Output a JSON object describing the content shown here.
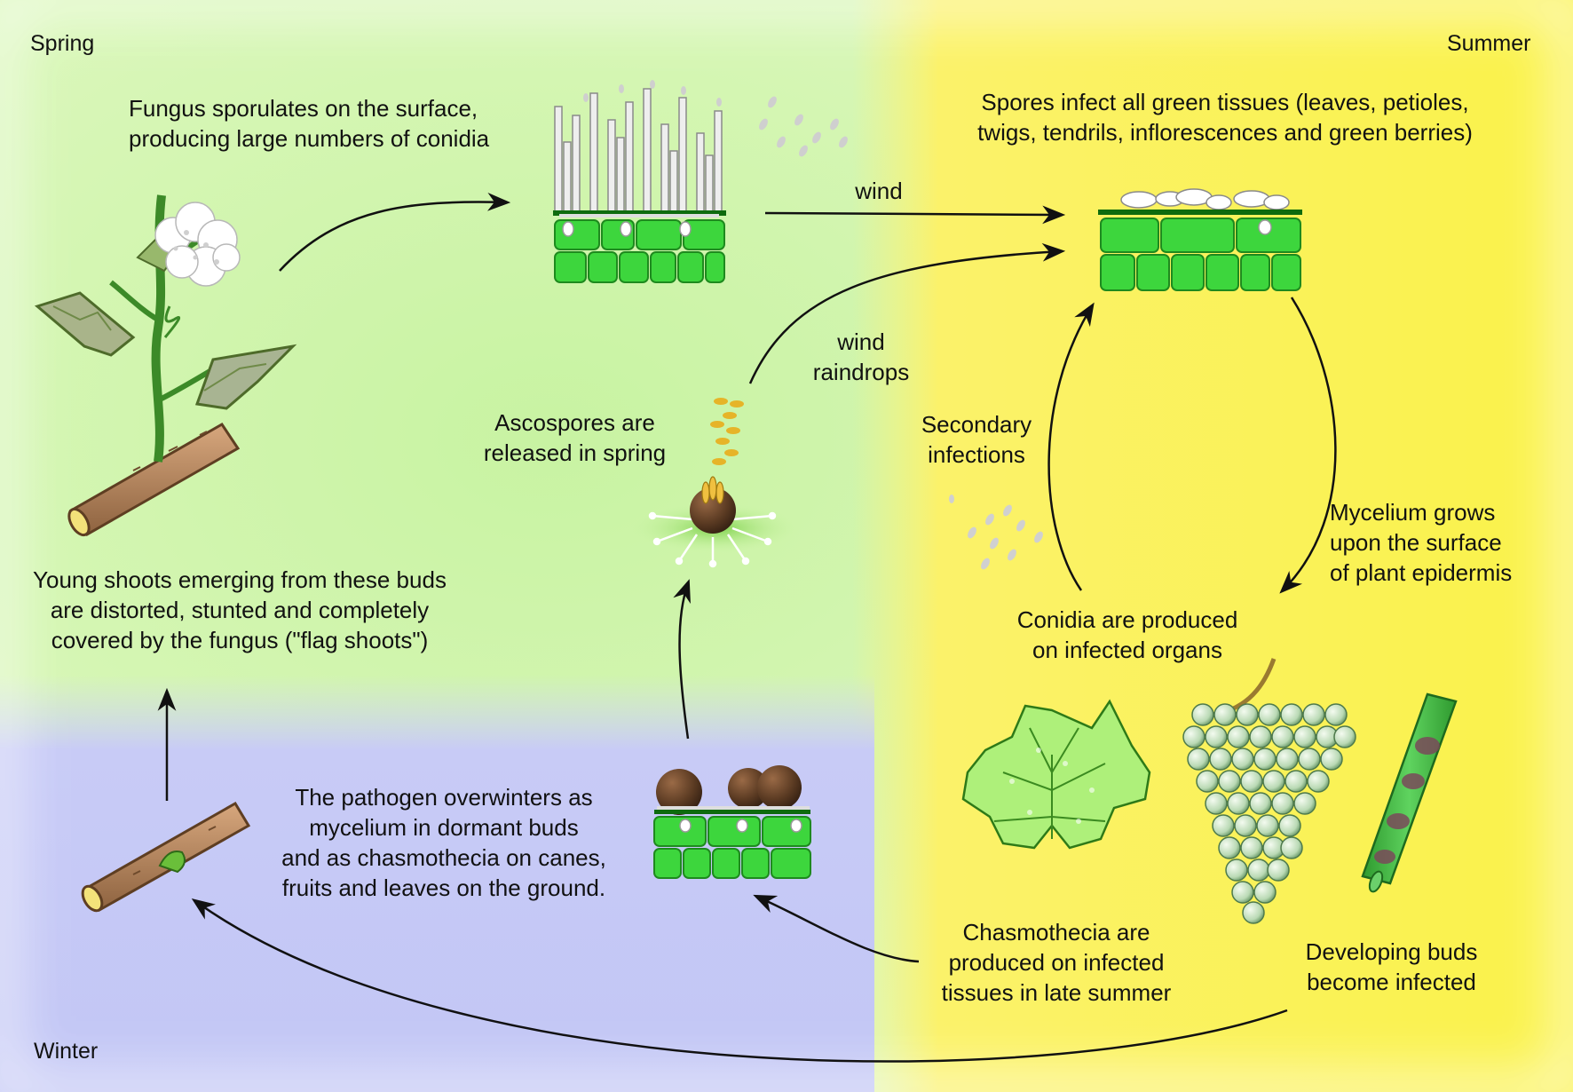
{
  "seasons": {
    "spring": "Spring",
    "summer": "Summer",
    "winter": "Winter"
  },
  "labels": {
    "sporulation": "Fungus sporulates on the surface,\nproducing large numbers of conidia",
    "infect_green": "Spores infect all green tissues (leaves, petioles,\ntwigs, tendrils, inflorescences and green berries)",
    "wind": "wind",
    "wind_raindrops": "wind\nraindrops",
    "ascospores": "Ascospores are\nreleased in spring",
    "secondary": "Secondary\ninfections",
    "mycelium_grows": "Mycelium grows\nupon the surface\nof plant epidermis",
    "conidia_produced": "Conidia are produced\non infected organs",
    "young_shoots": "Young shoots emerging from these buds\nare distorted, stunted and completely\ncovered by the fungus (\"flag shoots\")",
    "overwinter": "The pathogen overwinters as\nmycelium in dormant buds\nand as chasmothecia on canes,\nfruits and leaves on the ground.",
    "chasmothecia": "Chasmothecia are\nproduced on infected\ntissues in late summer",
    "developing_buds": "Developing buds\nbecome infected"
  },
  "colors": {
    "spring_zone": "#d6f5b4",
    "summer_zone": "#fbf55a",
    "winter_zone": "#c4c8f5",
    "plant_cell": "#3dd63d",
    "cell_outline": "#1e8a1e",
    "mycelium": "#dcdcdc",
    "chasmothecium": "#5a3a22",
    "ascospore": "#e0b020",
    "cane": "#b98a60",
    "arrow": "#111111"
  }
}
